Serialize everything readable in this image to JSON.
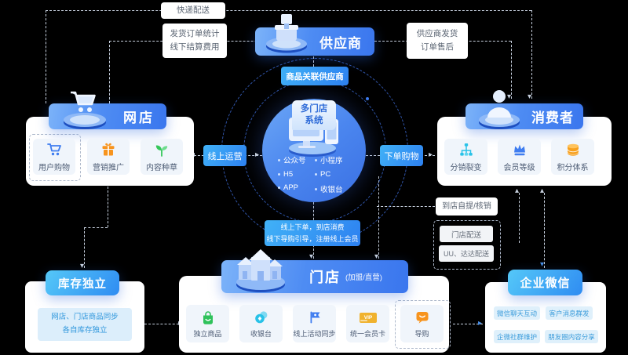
{
  "colors": {
    "background": "#000000",
    "banner_blue_start": "#7cb3f9",
    "banner_blue_end": "#3a76ee",
    "banner_cyan_start": "#55c8f8",
    "banner_cyan_end": "#2f8cf2",
    "flow_label_start": "#41b2f7",
    "flow_label_end": "#2d80f0",
    "accent_blue": "#3f7df0",
    "accent_orange": "#f7941e",
    "accent_green": "#2fc25b",
    "accent_cyan": "#29c2e8",
    "connector": "#c6cfdd"
  },
  "top": {
    "express_box": "快递配送",
    "ship_stats_line1": "发货订单统计",
    "ship_stats_line2": "线下结算费用",
    "supplier_banner": "供应商",
    "supplier_ship_line1": "供应商发货",
    "supplier_ship_line2": "订单售后"
  },
  "center": {
    "tag_line1": "多门店",
    "tag_line2": "系统",
    "badge": "商品关联供应商",
    "channels_left": [
      "公众号",
      "H5",
      "APP"
    ],
    "channels_right": [
      "小程序",
      "PC",
      "收银台"
    ]
  },
  "flows": {
    "online_ops": "线上运营",
    "order_shopping": "下单购物",
    "store_line1": "线上下单，到店消费",
    "store_line2": "线下导购引导，注册线上会员",
    "pickup": "到店自提/核销",
    "store_delivery": "门店配送",
    "uu_dada": "UU、达达配送"
  },
  "online_store": {
    "title": "网店",
    "features": [
      {
        "label": "用户购物",
        "icon": "cart-icon"
      },
      {
        "label": "营销推广",
        "icon": "gift-icon"
      },
      {
        "label": "内容种草",
        "icon": "sprout-icon"
      }
    ]
  },
  "consumer": {
    "title": "消费者",
    "features": [
      {
        "label": "分销裂变",
        "icon": "network-icon"
      },
      {
        "label": "会员等级",
        "icon": "crown-icon"
      },
      {
        "label": "积分体系",
        "icon": "coins-icon"
      }
    ]
  },
  "store": {
    "title": "门店",
    "subtitle": "(加盟/直营)",
    "vip_badge": "VIP",
    "features": [
      {
        "label": "独立商品",
        "icon": "bag-icon"
      },
      {
        "label": "收银台",
        "icon": "cashier-coins-icon"
      },
      {
        "label": "线上活动同步",
        "icon": "flag-icon"
      },
      {
        "label": "统一会员卡",
        "icon": "vip-card-icon"
      },
      {
        "label": "导购",
        "icon": "chat-guide-icon"
      }
    ]
  },
  "inventory": {
    "title": "库存独立",
    "desc_line1": "网店、门店商品同步",
    "desc_line2": "各自库存独立"
  },
  "wecom": {
    "title": "企业微信",
    "features": [
      "微信聊天互动",
      "客户消息群发",
      "企微社群维护",
      "朋友圈内容分享"
    ]
  }
}
